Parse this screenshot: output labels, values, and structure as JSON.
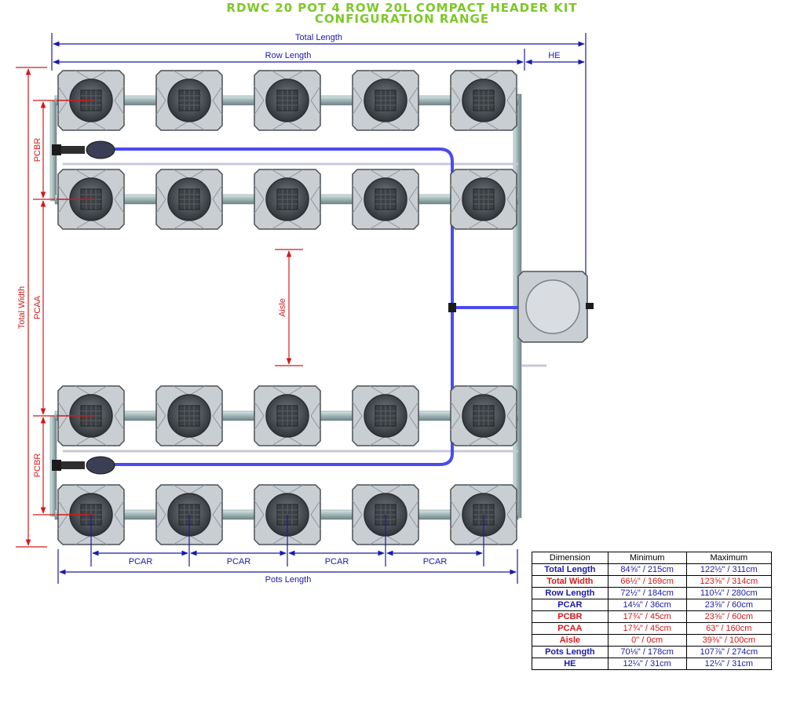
{
  "title": {
    "line1": "RDWC 20 POT 4 ROW 20L COMPACT HEADER KIT",
    "line2": "CONFIGURATION RANGE"
  },
  "colors": {
    "title": "#7dc828",
    "blue_dimension": "#1a1aa8",
    "red_dimension": "#d21a1a",
    "pipe_blue": "#4b4bf0",
    "pot_body": "#c9ced3"
  },
  "labels": {
    "total_length": "Total Length",
    "row_length": "Row Length",
    "he": "HE",
    "total_width": "Total Width",
    "pcbr_top": "PCBR",
    "pcbr_bottom": "PCBR",
    "pcaa": "PCAA",
    "aisle": "Aisle",
    "pcar": [
      "PCAR",
      "PCAR",
      "PCAR",
      "PCAR"
    ],
    "pots_length": "Pots Length"
  },
  "table": {
    "headers": [
      "Dimension",
      "Minimum",
      "Maximum"
    ],
    "rows": [
      {
        "name": "Total Length",
        "min": "84⅝\" / 215cm",
        "max": "122½\" / 311cm",
        "color": "#1a1aa8"
      },
      {
        "name": "Total Width",
        "min": "66½\" / 169cm",
        "max": "123⅝\" / 314cm",
        "color": "#d21a1a"
      },
      {
        "name": "Row Length",
        "min": "72½\" / 184cm",
        "max": "110¼\" / 280cm",
        "color": "#1a1aa8"
      },
      {
        "name": "PCAR",
        "min": "14⅛\" / 36cm",
        "max": "23⅝\" / 60cm",
        "color": "#1a1aa8"
      },
      {
        "name": "PCBR",
        "min": "17¾\" / 45cm",
        "max": "23⅝\" / 60cm",
        "color": "#d21a1a"
      },
      {
        "name": "PCAA",
        "min": "17¾\" / 45cm",
        "max": "63\" / 160cm",
        "color": "#d21a1a"
      },
      {
        "name": "Aisle",
        "min": "0\" / 0cm",
        "max": "39⅜\" / 100cm",
        "color": "#d21a1a"
      },
      {
        "name": "Pots Length",
        "min": "70⅛\" / 178cm",
        "max": "107⅞\" / 274cm",
        "color": "#1a1aa8"
      },
      {
        "name": "HE",
        "min": "12¼\" / 31cm",
        "max": "12¼\" / 31cm",
        "color": "#1a1aa8"
      }
    ]
  }
}
